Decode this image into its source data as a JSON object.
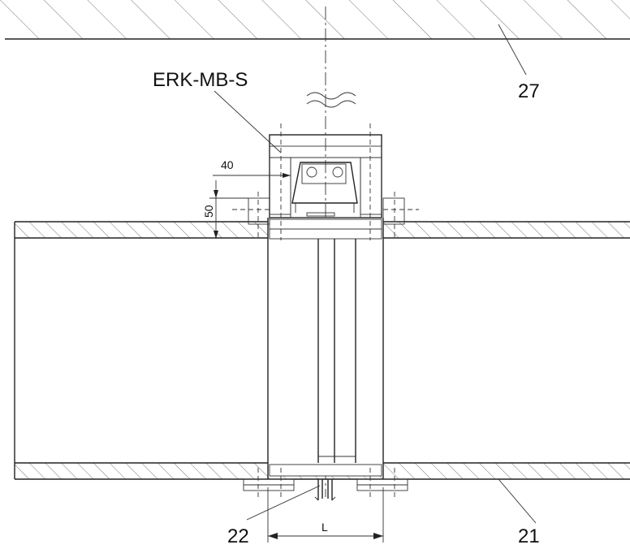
{
  "labels": {
    "product": "ERK-MB-S",
    "ceiling": "27",
    "duct": "21",
    "fixing": "22",
    "length": "L",
    "dim_horizontal": "40",
    "dim_vertical": "50"
  },
  "colors": {
    "line": "#222222",
    "hatch": "#555555",
    "fill_gray": "#cfcfcf",
    "fill_light": "#f2f2f2"
  }
}
